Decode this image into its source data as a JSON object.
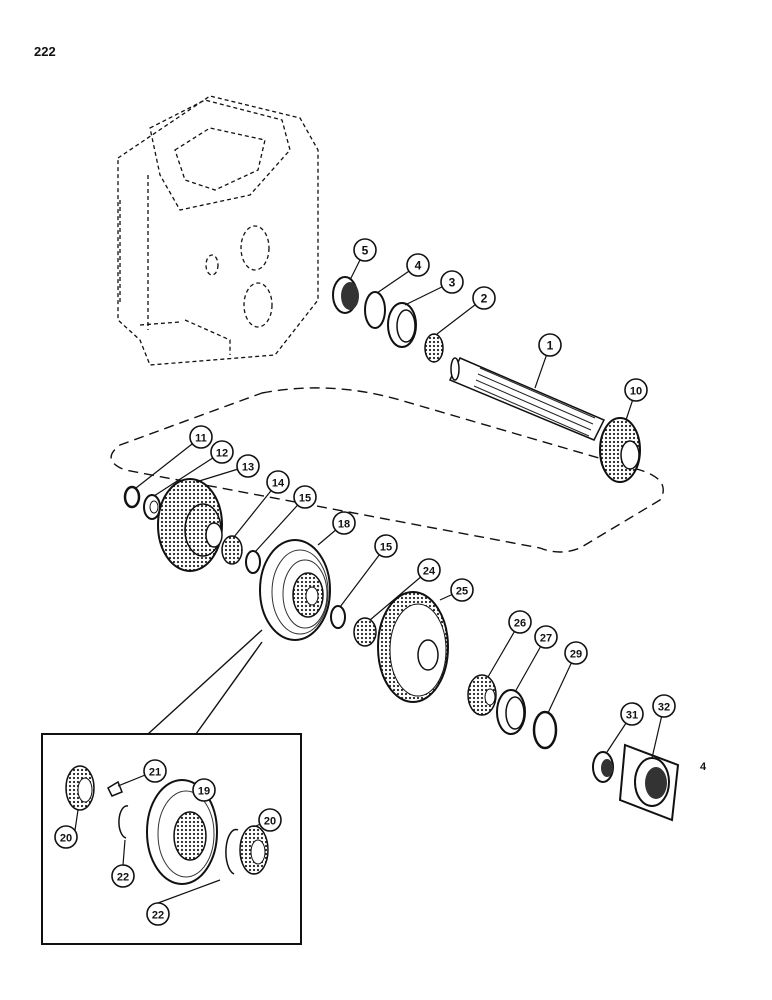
{
  "page_number": "222",
  "callouts": {
    "c1": "1",
    "c2": "2",
    "c3": "3",
    "c4": "4",
    "c5": "5",
    "c10": "10",
    "c11": "11",
    "c12": "12",
    "c13": "13",
    "c14": "14",
    "c15a": "15",
    "c15b": "15",
    "c18": "18",
    "c24": "24",
    "c25": "25",
    "c26": "26",
    "c27": "27",
    "c29": "29",
    "c31": "31",
    "c32": "32",
    "c19": "19",
    "c20a": "20",
    "c20b": "20",
    "c21": "21",
    "c22a": "22",
    "c22b": "22"
  },
  "stray_mark": "4"
}
